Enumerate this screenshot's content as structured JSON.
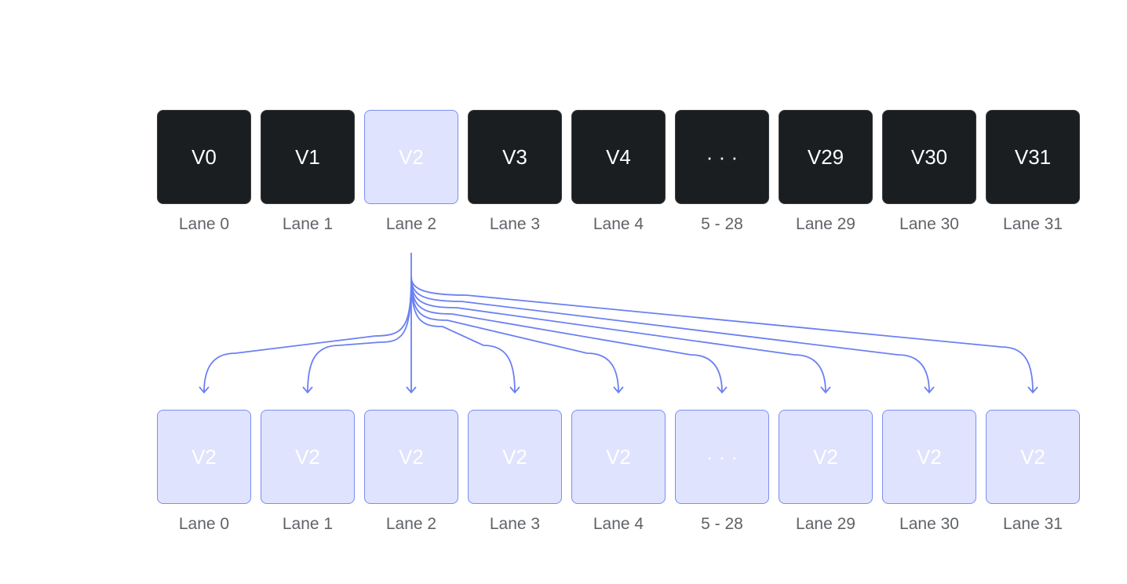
{
  "colors": {
    "dark_box": "#1b1e20",
    "highlight_box": "#dfe3fd",
    "arrow": "#6b80f2",
    "label_text": "#5f6368"
  },
  "top_row": [
    {
      "value": "V0",
      "lane": "Lane 0",
      "highlight": false
    },
    {
      "value": "V1",
      "lane": "Lane 1",
      "highlight": false
    },
    {
      "value": "V2",
      "lane": "Lane 2",
      "highlight": true
    },
    {
      "value": "V3",
      "lane": "Lane 3",
      "highlight": false
    },
    {
      "value": "V4",
      "lane": "Lane 4",
      "highlight": false
    },
    {
      "value": "· · ·",
      "lane": "5 - 28",
      "highlight": false
    },
    {
      "value": "V29",
      "lane": "Lane 29",
      "highlight": false
    },
    {
      "value": "V30",
      "lane": "Lane 30",
      "highlight": false
    },
    {
      "value": "V31",
      "lane": "Lane 31",
      "highlight": false
    }
  ],
  "bottom_row": [
    {
      "value": "V2",
      "lane": "Lane 0"
    },
    {
      "value": "V2",
      "lane": "Lane 1"
    },
    {
      "value": "V2",
      "lane": "Lane 2"
    },
    {
      "value": "V2",
      "lane": "Lane 3"
    },
    {
      "value": "V2",
      "lane": "Lane 4"
    },
    {
      "value": "· · ·",
      "lane": "5 - 28"
    },
    {
      "value": "V2",
      "lane": "Lane 29"
    },
    {
      "value": "V2",
      "lane": "Lane 30"
    },
    {
      "value": "V2",
      "lane": "Lane 31"
    }
  ],
  "broadcast_source_index": 2
}
